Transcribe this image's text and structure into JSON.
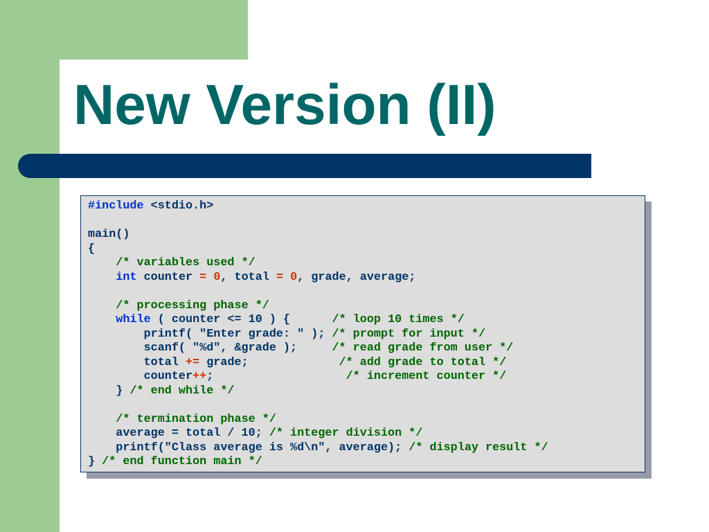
{
  "slide": {
    "title": "New Version (II)"
  },
  "colors": {
    "title": "#006666",
    "green_frame": "#9ccc94",
    "bar": "#003366",
    "code_background": "#dddddd",
    "code_text": "#003366",
    "keyword": "#0033cc",
    "comment": "#006600",
    "operator": "#cc3300"
  },
  "code_lines": [
    [
      {
        "t": "#include",
        "c": "kw"
      },
      {
        "t": " <stdio.h>",
        "c": "id"
      }
    ],
    [],
    [
      {
        "t": "main()",
        "c": "id"
      }
    ],
    [
      {
        "t": "{",
        "c": "id"
      }
    ],
    [
      {
        "t": "    ",
        "c": "id"
      },
      {
        "t": "/* variables used */",
        "c": "cm"
      }
    ],
    [
      {
        "t": "    ",
        "c": "id"
      },
      {
        "t": "int",
        "c": "kw"
      },
      {
        "t": " counter ",
        "c": "id"
      },
      {
        "t": "=",
        "c": "op"
      },
      {
        "t": " ",
        "c": "id"
      },
      {
        "t": "0",
        "c": "op"
      },
      {
        "t": ", total ",
        "c": "id"
      },
      {
        "t": "=",
        "c": "op"
      },
      {
        "t": " ",
        "c": "id"
      },
      {
        "t": "0",
        "c": "op"
      },
      {
        "t": ", grade, average;",
        "c": "id"
      }
    ],
    [],
    [
      {
        "t": "    ",
        "c": "id"
      },
      {
        "t": "/* processing phase */",
        "c": "cm"
      }
    ],
    [
      {
        "t": "    ",
        "c": "id"
      },
      {
        "t": "while",
        "c": "kw"
      },
      {
        "t": " ( counter <= 10 ) {      ",
        "c": "id"
      },
      {
        "t": "/* loop 10 times */",
        "c": "cm"
      }
    ],
    [
      {
        "t": "        printf( \"Enter grade: \" ); ",
        "c": "id"
      },
      {
        "t": "/* prompt for input */",
        "c": "cm"
      }
    ],
    [
      {
        "t": "        scanf( \"%d\", &grade );     ",
        "c": "id"
      },
      {
        "t": "/* read grade from user */",
        "c": "cm"
      }
    ],
    [
      {
        "t": "        total ",
        "c": "id"
      },
      {
        "t": "+=",
        "c": "op"
      },
      {
        "t": " grade;             ",
        "c": "id"
      },
      {
        "t": "/* add grade to total */",
        "c": "cm"
      }
    ],
    [
      {
        "t": "        counter",
        "c": "id"
      },
      {
        "t": "++",
        "c": "op"
      },
      {
        "t": ";                   ",
        "c": "id"
      },
      {
        "t": "/* increment counter */",
        "c": "cm"
      }
    ],
    [
      {
        "t": "    } ",
        "c": "id"
      },
      {
        "t": "/* end while */",
        "c": "cm"
      }
    ],
    [],
    [
      {
        "t": "    ",
        "c": "id"
      },
      {
        "t": "/* termination phase */",
        "c": "cm"
      }
    ],
    [
      {
        "t": "    average = total / 10; ",
        "c": "id"
      },
      {
        "t": "/* integer division */",
        "c": "cm"
      }
    ],
    [
      {
        "t": "    printf(\"Class average is %d\\n\", average); ",
        "c": "id"
      },
      {
        "t": "/* display result */",
        "c": "cm"
      }
    ],
    [
      {
        "t": "} ",
        "c": "id"
      },
      {
        "t": "/* end function main */",
        "c": "cm"
      }
    ]
  ]
}
